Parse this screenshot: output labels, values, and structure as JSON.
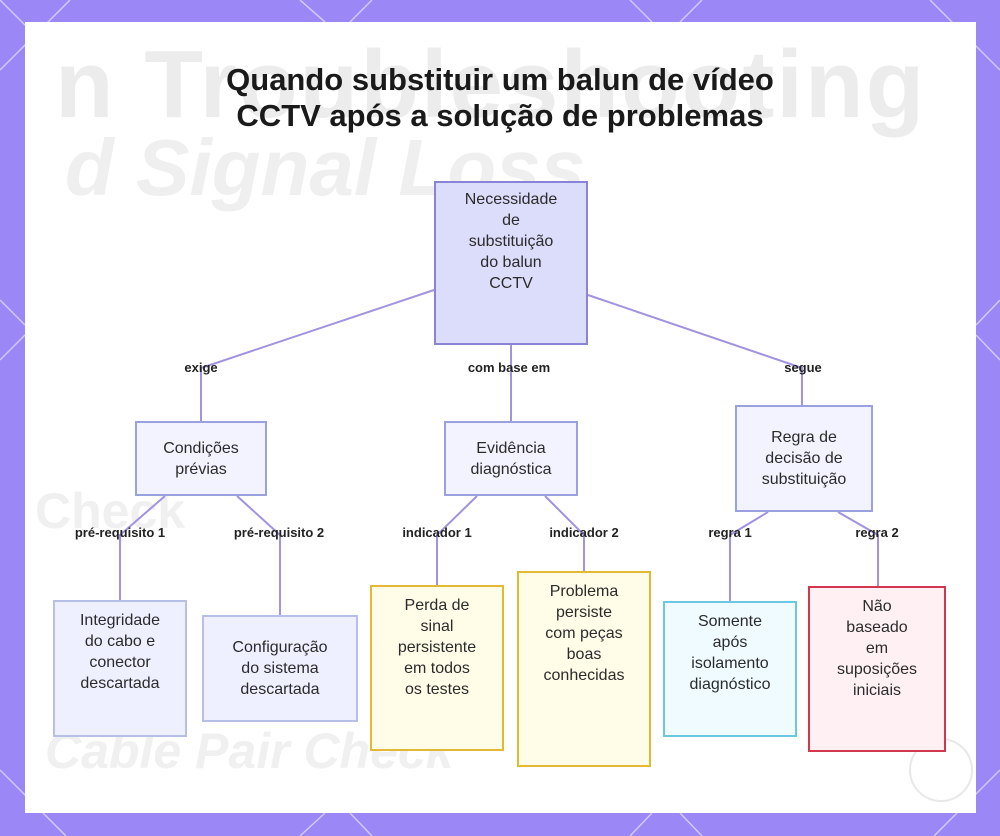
{
  "title": {
    "line1": "Quando substituir um balun de vídeo",
    "line2": "CCTV após a solução de problemas"
  },
  "background_text": {
    "line1": "n Troubleshooting",
    "line2": "d Signal Loss",
    "line3": "Cable Pair Check",
    "line4": "Check"
  },
  "nodes": {
    "root": "Necessidade\nde\nsubstituição\ndo balun\nCCTV",
    "conditions": "Condições\nprévias",
    "evidence": "Evidência\ndiagnóstica",
    "rule": "Regra de\ndecisão de\nsubstituição",
    "cable": "Integridade\ndo cabo e\nconector\ndescartada",
    "config": "Configuração\ndo sistema\ndescartada",
    "signal_loss": "Perda de\nsinal\npersistente\nem todos\nos testes",
    "known_good": "Problema\npersiste\ncom peças\nboas\nconhecidas",
    "isolation": "Somente\napós\nisolamento\ndiagnóstico",
    "not_assumption": "Não\nbaseado\nem\nsuposições\niniciais"
  },
  "edges": {
    "requires": "exige",
    "based_on": "com base em",
    "follows": "segue",
    "prereq1": "pré-requisito 1",
    "prereq2": "pré-requisito 2",
    "indicator1": "indicador 1",
    "indicator2": "indicador 2",
    "rule1": "regra 1",
    "rule2": "regra 2"
  },
  "colors": {
    "frame": "#9b87f5",
    "edge_line": "#a292e0",
    "root_fill": "#dcdcfb",
    "root_border": "#8b83d6",
    "level2_fill": "#f3f3ff",
    "level2_border": "#9aa0e0",
    "blue_leaf_fill": "#eef0ff",
    "blue_leaf_border": "#b8bfe6",
    "yellow_leaf_fill": "#fffde8",
    "yellow_leaf_border": "#e3b832",
    "cyan_leaf_fill": "#effbff",
    "cyan_leaf_border": "#6cc7e0",
    "red_leaf_fill": "#fff1f3",
    "red_leaf_border": "#d2374f"
  }
}
